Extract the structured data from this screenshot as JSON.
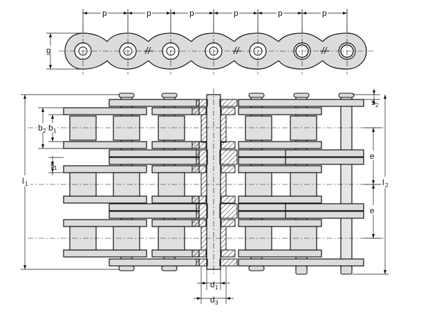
{
  "labels": {
    "pitch": "p",
    "height": "g",
    "b2": "b",
    "b2_sub": "2",
    "b1": "b",
    "b1_sub": "1",
    "s1": "s",
    "s1_sub": "1",
    "l1": "l",
    "l1_sub": "1",
    "l2": "l",
    "l2_sub": "2",
    "e_top": "e",
    "e_bottom": "e",
    "s2": "s",
    "s2_sub": "2",
    "d1": "d",
    "d1_sub": "1",
    "d3": "d",
    "d3_sub": "3"
  }
}
